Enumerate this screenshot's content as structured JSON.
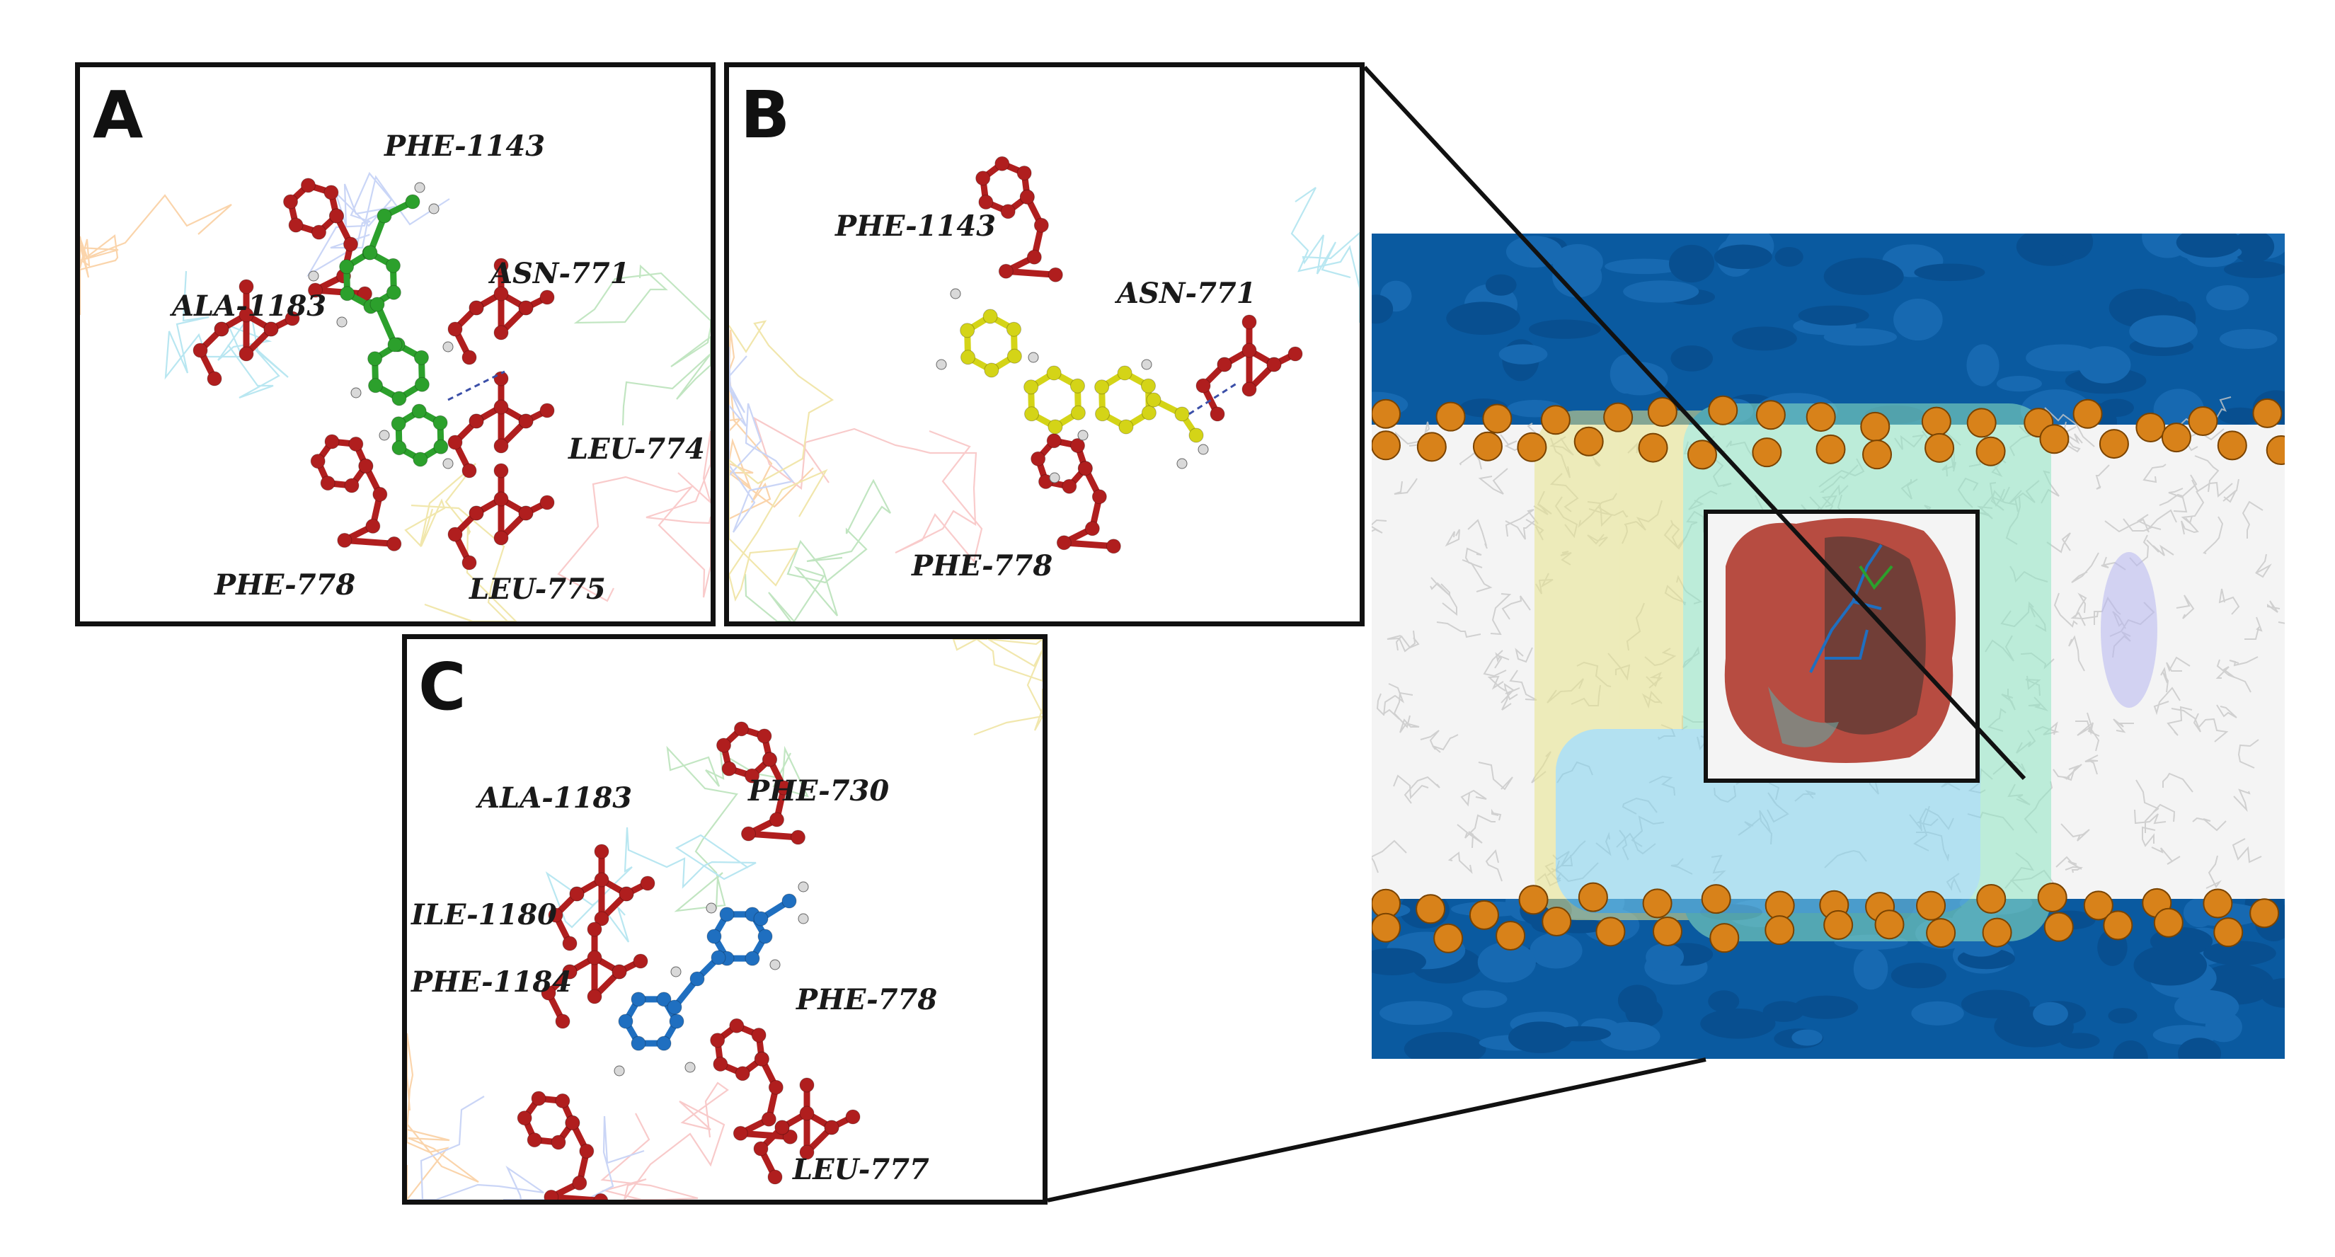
{
  "figure": {
    "panels": [
      {
        "id": "A",
        "letter": "A",
        "ligand_color": "#2ca02c",
        "residues": [
          "PHE-1143",
          "ALA-1183",
          "ASN-771",
          "LEU-774",
          "PHE-778",
          "LEU-775"
        ]
      },
      {
        "id": "B",
        "letter": "B",
        "ligand_color": "#d4d417",
        "residues": [
          "PHE-1143",
          "ASN-771",
          "PHE-778"
        ]
      },
      {
        "id": "C",
        "letter": "C",
        "ligand_color": "#1f6fc0",
        "residues": [
          "ALA-1183",
          "PHE-730",
          "ILE-1180",
          "PHE-1184",
          "PHE-778",
          "LEU-777"
        ]
      }
    ],
    "colors": {
      "residue": "#b01e1e",
      "hydrogen": "#d9d9d9",
      "solvent": "#0a5aa0",
      "lipid_head": "#d8821a",
      "lipid_tail": "#c8c8c8",
      "pocket": "#b03a2e",
      "frame": "#111111"
    }
  }
}
